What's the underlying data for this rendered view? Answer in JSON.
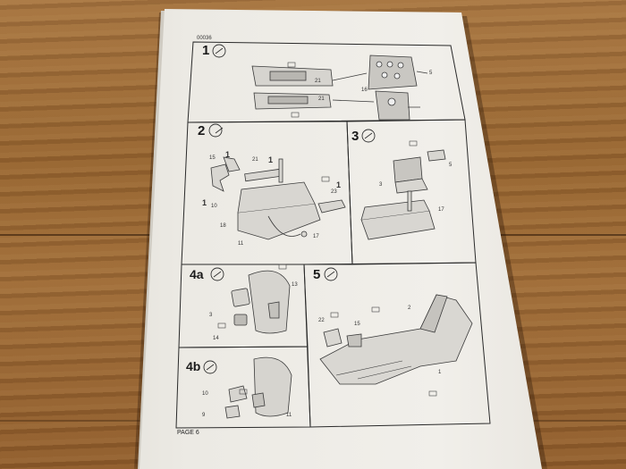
{
  "sheet": {
    "code": "00036",
    "page_label": "PAGE 6"
  },
  "steps": {
    "s1": "1",
    "s2": "2",
    "s3": "3",
    "s4a": "4a",
    "s4b": "4b",
    "s5": "5"
  },
  "callouts": {
    "step1": [
      "21",
      "21",
      "16",
      "5"
    ],
    "step2": [
      "1",
      "1",
      "1",
      "1",
      "15",
      "21",
      "23",
      "18",
      "17",
      "11",
      "10"
    ],
    "step3": [
      "3",
      "5",
      "17"
    ],
    "step4a": [
      "13",
      "3",
      "14"
    ],
    "step4b": [
      "10",
      "9",
      "11"
    ],
    "step5": [
      "22",
      "15",
      "2",
      "1"
    ]
  },
  "colors": {
    "ink": "#2a2a2a",
    "paper": "#efede8",
    "wood": "#9c6a36"
  }
}
